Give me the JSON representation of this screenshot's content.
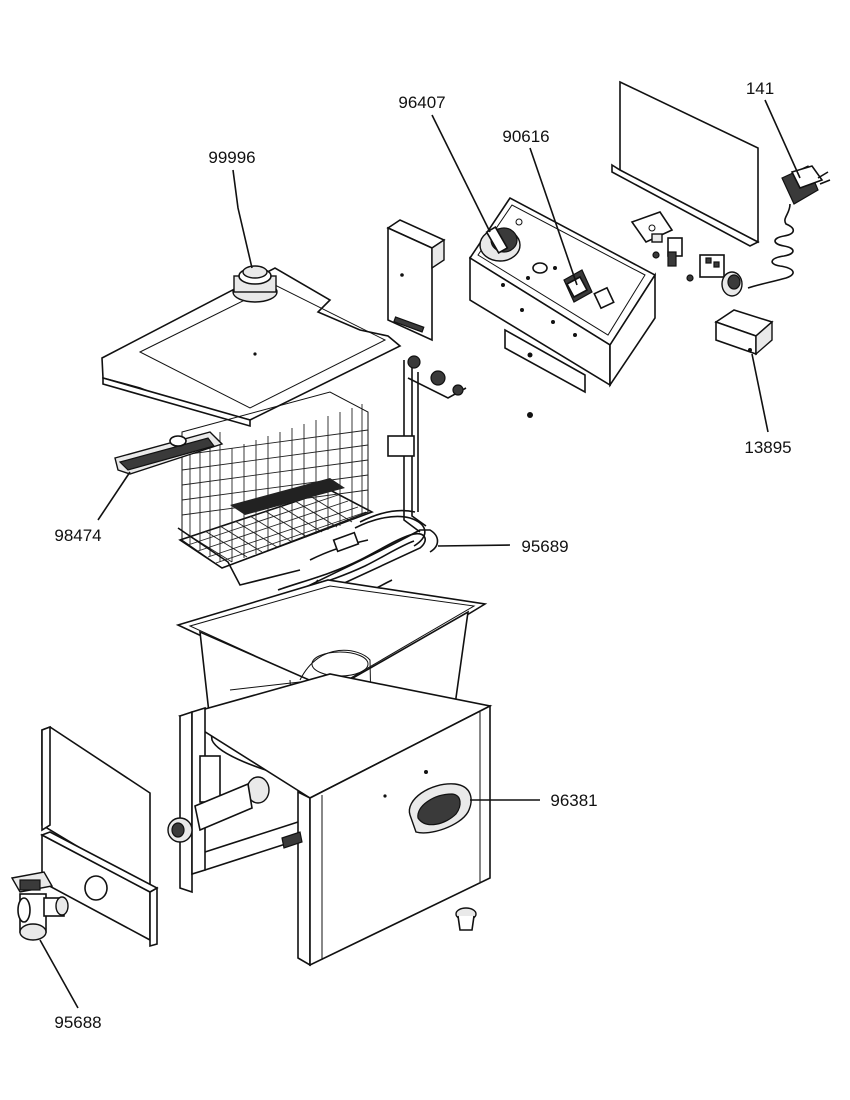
{
  "diagram": {
    "type": "exploded-parts-view",
    "parts": [
      {
        "id": "lid",
        "number": "99996"
      },
      {
        "id": "control-knob",
        "number": "96407"
      },
      {
        "id": "switch",
        "number": "90616"
      },
      {
        "id": "power-plug",
        "number": "141"
      },
      {
        "id": "relay-box",
        "number": "13895"
      },
      {
        "id": "basket-handle",
        "number": "98474"
      },
      {
        "id": "heating-element",
        "number": "95689"
      },
      {
        "id": "side-handle",
        "number": "96381"
      },
      {
        "id": "drain-valve",
        "number": "95688"
      }
    ]
  }
}
